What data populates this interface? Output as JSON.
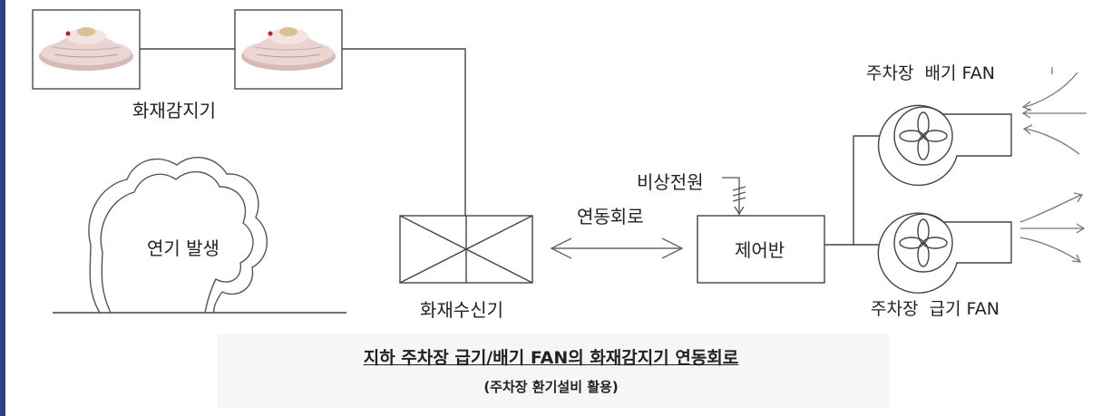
{
  "labels": {
    "detector": "화재감지기",
    "smoke": "연기 발생",
    "receiver": "화재수신기",
    "interlock": "연동회로",
    "emergency_power": "비상전원",
    "control_panel": "제어반",
    "exhaust_fan": "주차장  배기 FAN",
    "supply_fan": "주차장  급기 FAN"
  },
  "caption": {
    "title": "지하 주차장 급기/배기 FAN의 화재감지기 연동회로",
    "subtitle": "(주차장 환기설비 활용)"
  },
  "colors": {
    "left_border": "#2f3f86",
    "line": "#333333",
    "caption_bg": "#f6f6f6"
  },
  "icons": [
    "smoke-detector-icon",
    "smoke-cloud-icon",
    "fan-icon",
    "ground-icon",
    "airflow-arrow-icon"
  ]
}
